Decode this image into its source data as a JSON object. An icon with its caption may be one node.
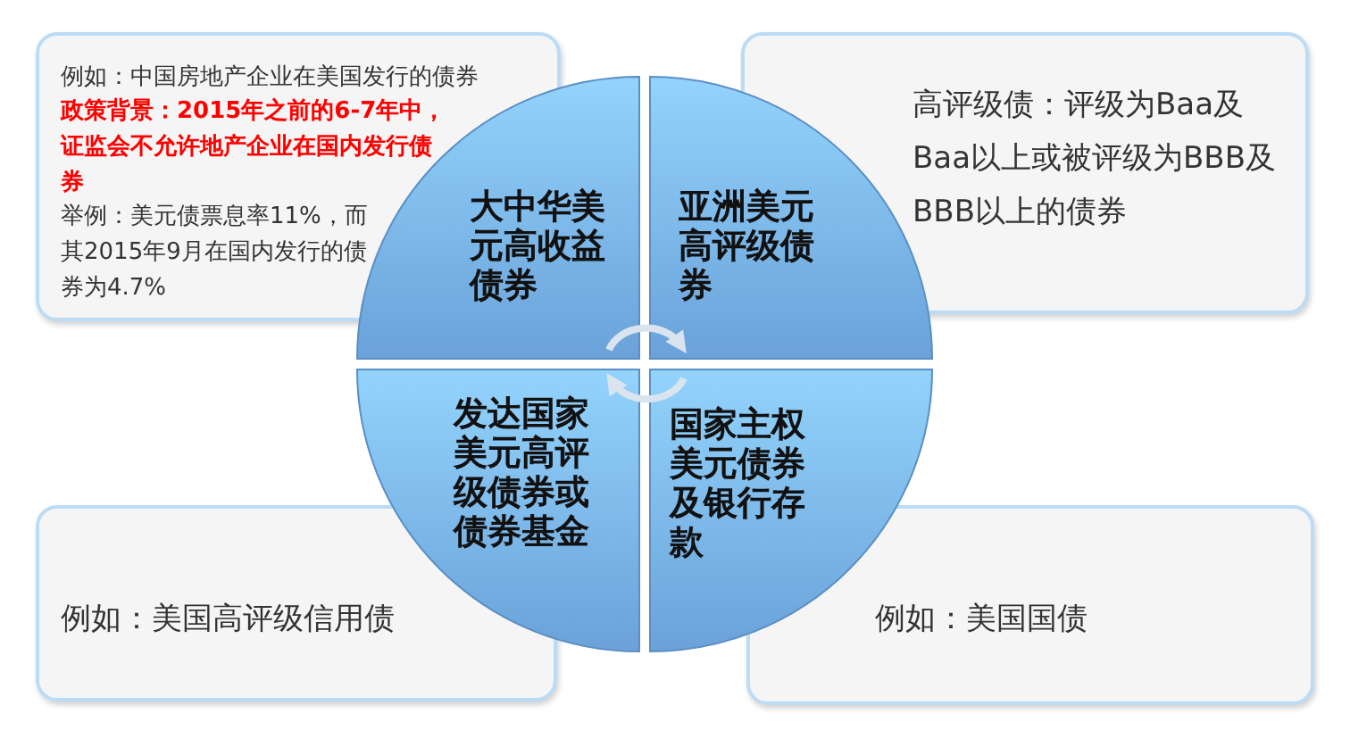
{
  "diagram": {
    "nodes": [
      {
        "text": [
          "例如：中国房地产企业在美国发行的债券",
          "政策背景：2015年之前的6-7年中，证监会不允许地产企业在国内发行债券",
          "举例：美元债票息率11%，而其2015年9月在国内发行的债券为4.7%"
        ]
      },
      {
        "text": [
          "高评级债：评级为Baa及Baa以上或被评级为BBB及BBB以上的债券"
        ]
      },
      {
        "text": [
          "大中华美元高收益债券"
        ]
      },
      {
        "text": [
          "亚洲美元高评级债券"
        ]
      },
      {
        "text": [
          "发达国家美元高评级债券或债券基金"
        ]
      },
      {
        "text": [
          "国家主权美元债券及银行存款"
        ]
      },
      {
        "text": [
          "例如：美国高评级信用债"
        ]
      },
      {
        "text": [
          "例如：美国国债"
        ]
      }
    ],
    "edges": [
      {
        "from": 2,
        "to": 3,
        "arrow": "to"
      },
      {
        "from": 5,
        "to": 4,
        "arrow": "to"
      }
    ]
  }
}
